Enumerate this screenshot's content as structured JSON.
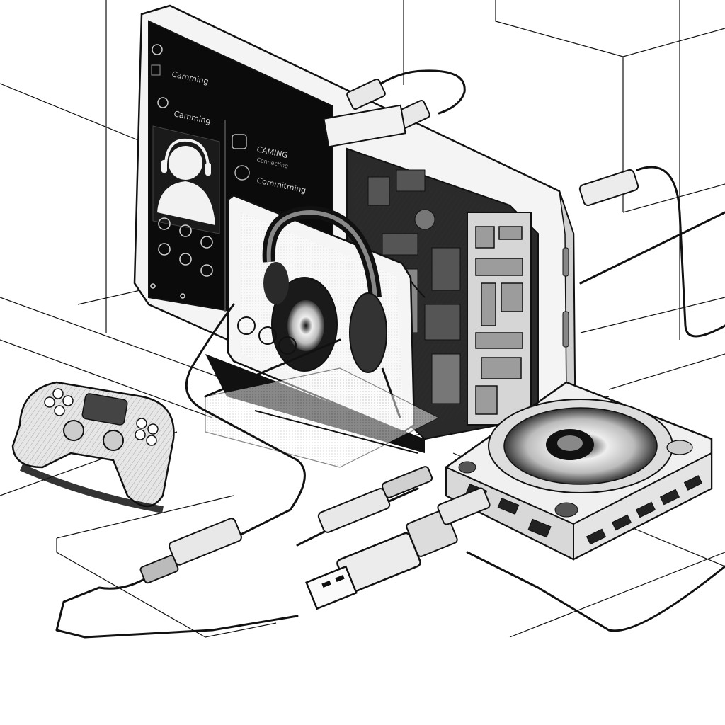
{
  "phone_ui": {
    "header_label": "Camming",
    "contact_label": "Camming",
    "list_items": [
      {
        "title": "CAMING",
        "subtitle": "Connecting"
      },
      {
        "title": "Commitming",
        "subtitle": ""
      }
    ]
  },
  "colors": {
    "ink": "#111111",
    "screen": "#0b0b0b",
    "paper": "#ffffff",
    "shade": "#d9d9d9"
  }
}
